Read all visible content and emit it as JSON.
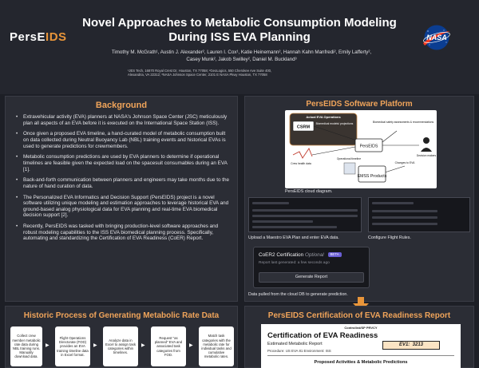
{
  "header": {
    "logo_main": "PersE",
    "logo_accent": "IDS",
    "title_line1": "Novel Approaches to Metabolic Consumption Modeling",
    "title_line2": "During ISS EVA Planning",
    "authors_line1": "Timothy M. McGrath¹, Austin J. Alexander², Lauren I. Cox¹, Katie Heinemann², Hannah Kahn Manfredi², Emily Lafferty²,",
    "authors_line2": "Casey Munk², Jakob Swilley², Daniel M. Buckland³",
    "affil_line1": "¹JES Tech, 16870 Royal Crest Dr, Houston, TX 77058; ²GeoLogics, 550 Cherokee Ave Suite 400,",
    "affil_line2": "Alexandria, VA 22312; ³NASA Johnson Space Center, 2101 E NASA Pkwy Houston, TX 77058",
    "nasa_logo": "NASA"
  },
  "background": {
    "title": "Background",
    "bullets": [
      "Extravehicular activity (EVA) planners at NASA's Johnson Space Center (JSC) meticulously plan all aspects of an EVA before it is executed on the International Space Station (ISS).",
      "Once given a proposed EVA timeline, a hand-curated model of metabolic consumption built on data collected during Neutral Buoyancy Lab (NBL) training events and historical EVAs is used to generate predictions for crewmembers.",
      "Metabolic consumption predictions are used by EVA planners to determine if operational timelines are feasible given the expected load on the spacesuit consumables during an EVA [1].",
      "Back-and-forth communication between planners and engineers may take months due to the nature of hand curation of data.",
      "The Personalized EVA Informatics and Decision Support (PersEIDS) project is a novel software utilizing unique modeling and estimation approaches to leverage historical EVA and ground-based analog physiological data for EVA planning and real-time EVA biomedical decision support [2].",
      "Recently, PersEIDS was tasked with bringing production-level software approaches and robust modeling capabilities to the ISS EVA biomedical planning process. Specifically, automating and standardizing the Certification of EVA Readiness (CoER) Report."
    ]
  },
  "software": {
    "title": "PersEIDS Software Platform",
    "diagram": {
      "active_ops": "Actual EVA Operations",
      "csrm": "CSRM",
      "biomedical_models": "Biomedical models/ projections",
      "perseids": "PersEIDS",
      "safety": "Biomedical safety assessments & recommendations",
      "decision_makers": "Decision makers",
      "crew_health": "Crew health data",
      "operational_timeline": "Operational timeline",
      "changes": "Changes to EVA",
      "emss": "EMSS Products"
    },
    "caption_cloud": "PersEIDS cloud diagram.",
    "caption_upload": "Upload a Maestro EVA Plan and enter EVA data.",
    "caption_rules": "Configure Flight Rules.",
    "coer_title": "CoER2 Certification",
    "coer_optional": "Optional",
    "coer_beta": "BETA",
    "coer_generated": "Report last generated: a few seconds ago",
    "coer_button": "Generate Report",
    "caption_pulled": "Data pulled from the cloud DB to generate prediction."
  },
  "historic": {
    "title": "Historic Process of Generating Metabolic Rate Data",
    "steps": [
      "Collect crew member metabolic rate data during NBL training runs. Manually download data.",
      "Flight Operations Directorate (FOD) provides an EVA training timeline data in Excel format.",
      "Analyze data in Excel to assign task categories within timelines.",
      "Request \"as planned\" EVA and associated task categories from FOD.",
      "Match task categories with the metabolic rate for individual tasks and cumulative metabolic rates."
    ]
  },
  "cert": {
    "title": "PersEIDS Certification of EVA Readiness Report",
    "controlled": "Controlled/SP PRVCY",
    "heading": "Certification of EVA Readiness",
    "estimated": "Estimated Metabolic Report",
    "procedure": "Procedure: US EVA 81 Environment: ISS",
    "ev_label": "EV1:",
    "ev_value": "3213",
    "predictions": "Proposed Activities & Metabolic Predictions"
  },
  "colors": {
    "accent": "#f0a45a",
    "panel": "#2b2d35",
    "background": "#1d1f26"
  }
}
